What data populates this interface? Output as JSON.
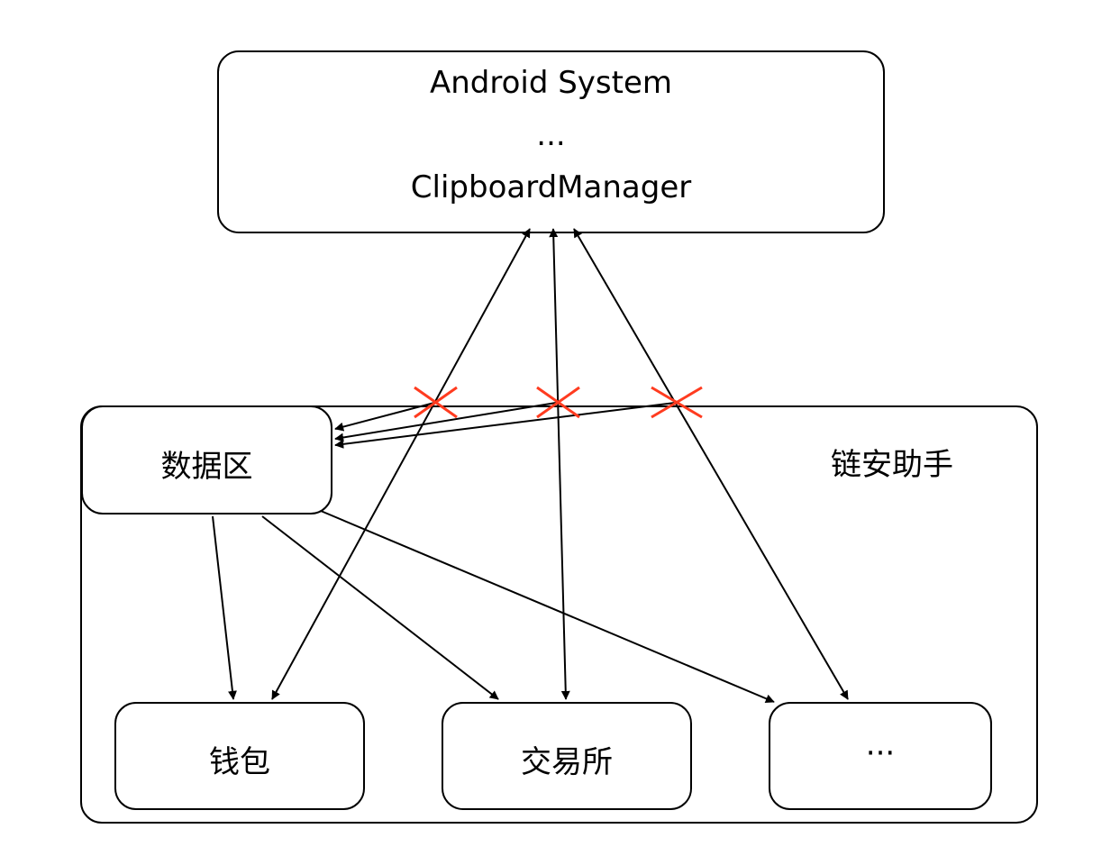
{
  "system": {
    "title": "Android System",
    "ellipsis": "...",
    "clipboard": "ClipboardManager"
  },
  "app": {
    "name": "链安助手",
    "data_zone": "数据区",
    "wallet": "钱包",
    "exchange": "交易所",
    "more": "···"
  },
  "colors": {
    "line": "#000000",
    "blocked_mark": "#ff3b1f"
  }
}
